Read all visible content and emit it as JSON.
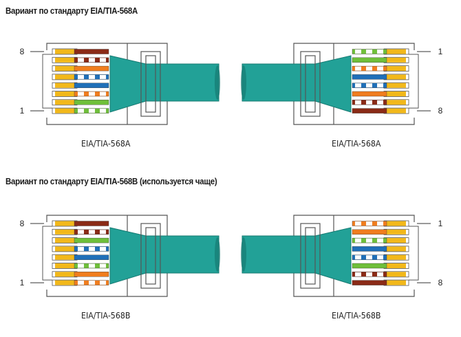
{
  "sections": [
    {
      "heading": "Вариант по стандарту EIA/TIA-568A",
      "left_caption": "EIA/TIA-568A",
      "right_caption": "EIA/TIA-568A",
      "pin_order_1_to_8": [
        "white-green",
        "green",
        "white-orange",
        "blue",
        "white-blue",
        "orange",
        "white-brown",
        "brown"
      ]
    },
    {
      "heading": "Вариант по стандарту EIA/TIA-568B (используется чаще)",
      "left_caption": "EIA/TIA-568B",
      "right_caption": "EIA/TIA-568B",
      "pin_order_1_to_8": [
        "white-orange",
        "orange",
        "white-green",
        "blue",
        "white-blue",
        "green",
        "white-brown",
        "brown"
      ]
    }
  ],
  "pin_labels": {
    "first": "1",
    "last": "8"
  },
  "colors": {
    "orange": "#f07d1e",
    "green": "#6fbf3a",
    "blue": "#1f6fb8",
    "brown": "#8a2a16",
    "white": "#ffffff",
    "contact": "#f2b81a",
    "cable": "#22a197",
    "cable_dark": "#167a72",
    "outline": "#555555"
  }
}
